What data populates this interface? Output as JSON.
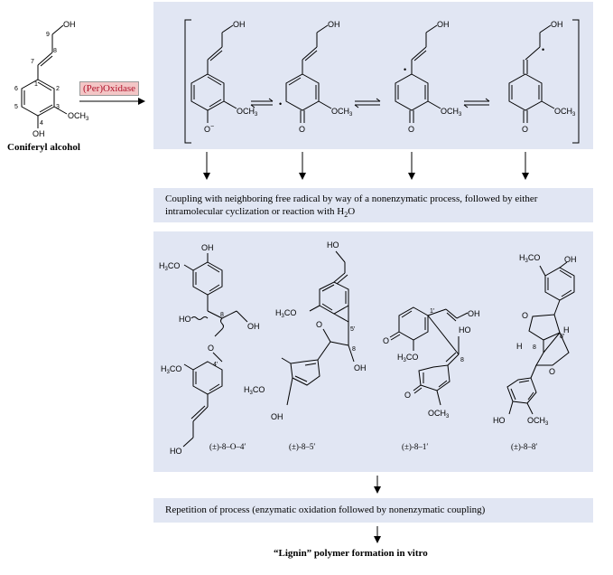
{
  "colors": {
    "panel": "#e1e6f3",
    "enzyme_box": "#f3c6c6",
    "enzyme_text": "#b0122a"
  },
  "reactant": {
    "name": "Coniferyl alcohol"
  },
  "enzyme": {
    "label": "(Per)Oxidase"
  },
  "steps": {
    "coupling": "Coupling with neighboring free radical by way of a nonenzymatic process, followed by either",
    "coupling_line2": "intramolecular cyclization or reaction with H",
    "coupling_sub": "2",
    "coupling_end": "O",
    "repetition": "Repetition of process (enzymatic oxidation followed by nonenzymatic coupling)",
    "product": "“Lignin” polymer formation in vitro"
  },
  "dimers": [
    {
      "label": "(±)-8–O–4′"
    },
    {
      "label": "(±)-8–5′"
    },
    {
      "label": "(±)-8–1′"
    },
    {
      "label": "(±)-8–8′"
    }
  ],
  "atoms": {
    "oh": "OH",
    "ho": "HO",
    "och3": "OCH",
    "three": "3",
    "o": "O",
    "o_minus": "O",
    "minus": "−",
    "h3co": "H",
    "h3co_3": "3",
    "h3co_co": "CO",
    "h": "H",
    "dot": "•",
    "n9": "9",
    "n8": "8",
    "n7": "7",
    "n1": "1",
    "n2": "2",
    "n3": "3",
    "n4": "4",
    "n5": "5",
    "n6": "6",
    "n4p": "4′",
    "n5p": "5′",
    "n1p": "1′",
    "n8p": "8′"
  }
}
